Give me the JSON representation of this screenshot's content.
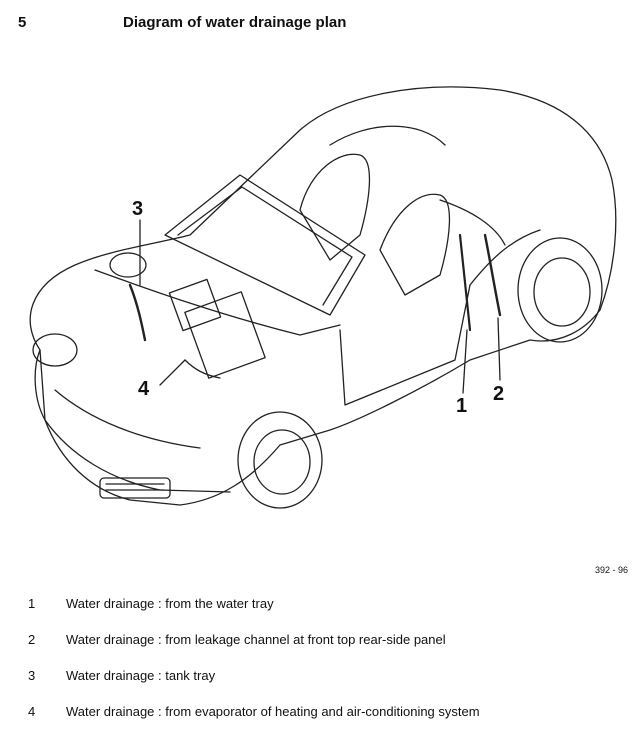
{
  "header": {
    "section_number": "5",
    "title": "Diagram of water drainage plan"
  },
  "diagram": {
    "callouts": [
      "1",
      "2",
      "3",
      "4"
    ],
    "figure_ref": "392 - 96"
  },
  "legend": [
    {
      "num": "1",
      "text": "Water drainage : from the water tray"
    },
    {
      "num": "2",
      "text": "Water drainage : from leakage channel at front top rear-side panel"
    },
    {
      "num": "3",
      "text": "Water drainage : tank tray"
    },
    {
      "num": "4",
      "text": "Water drainage : from evaporator of heating and air-conditioning system"
    }
  ]
}
